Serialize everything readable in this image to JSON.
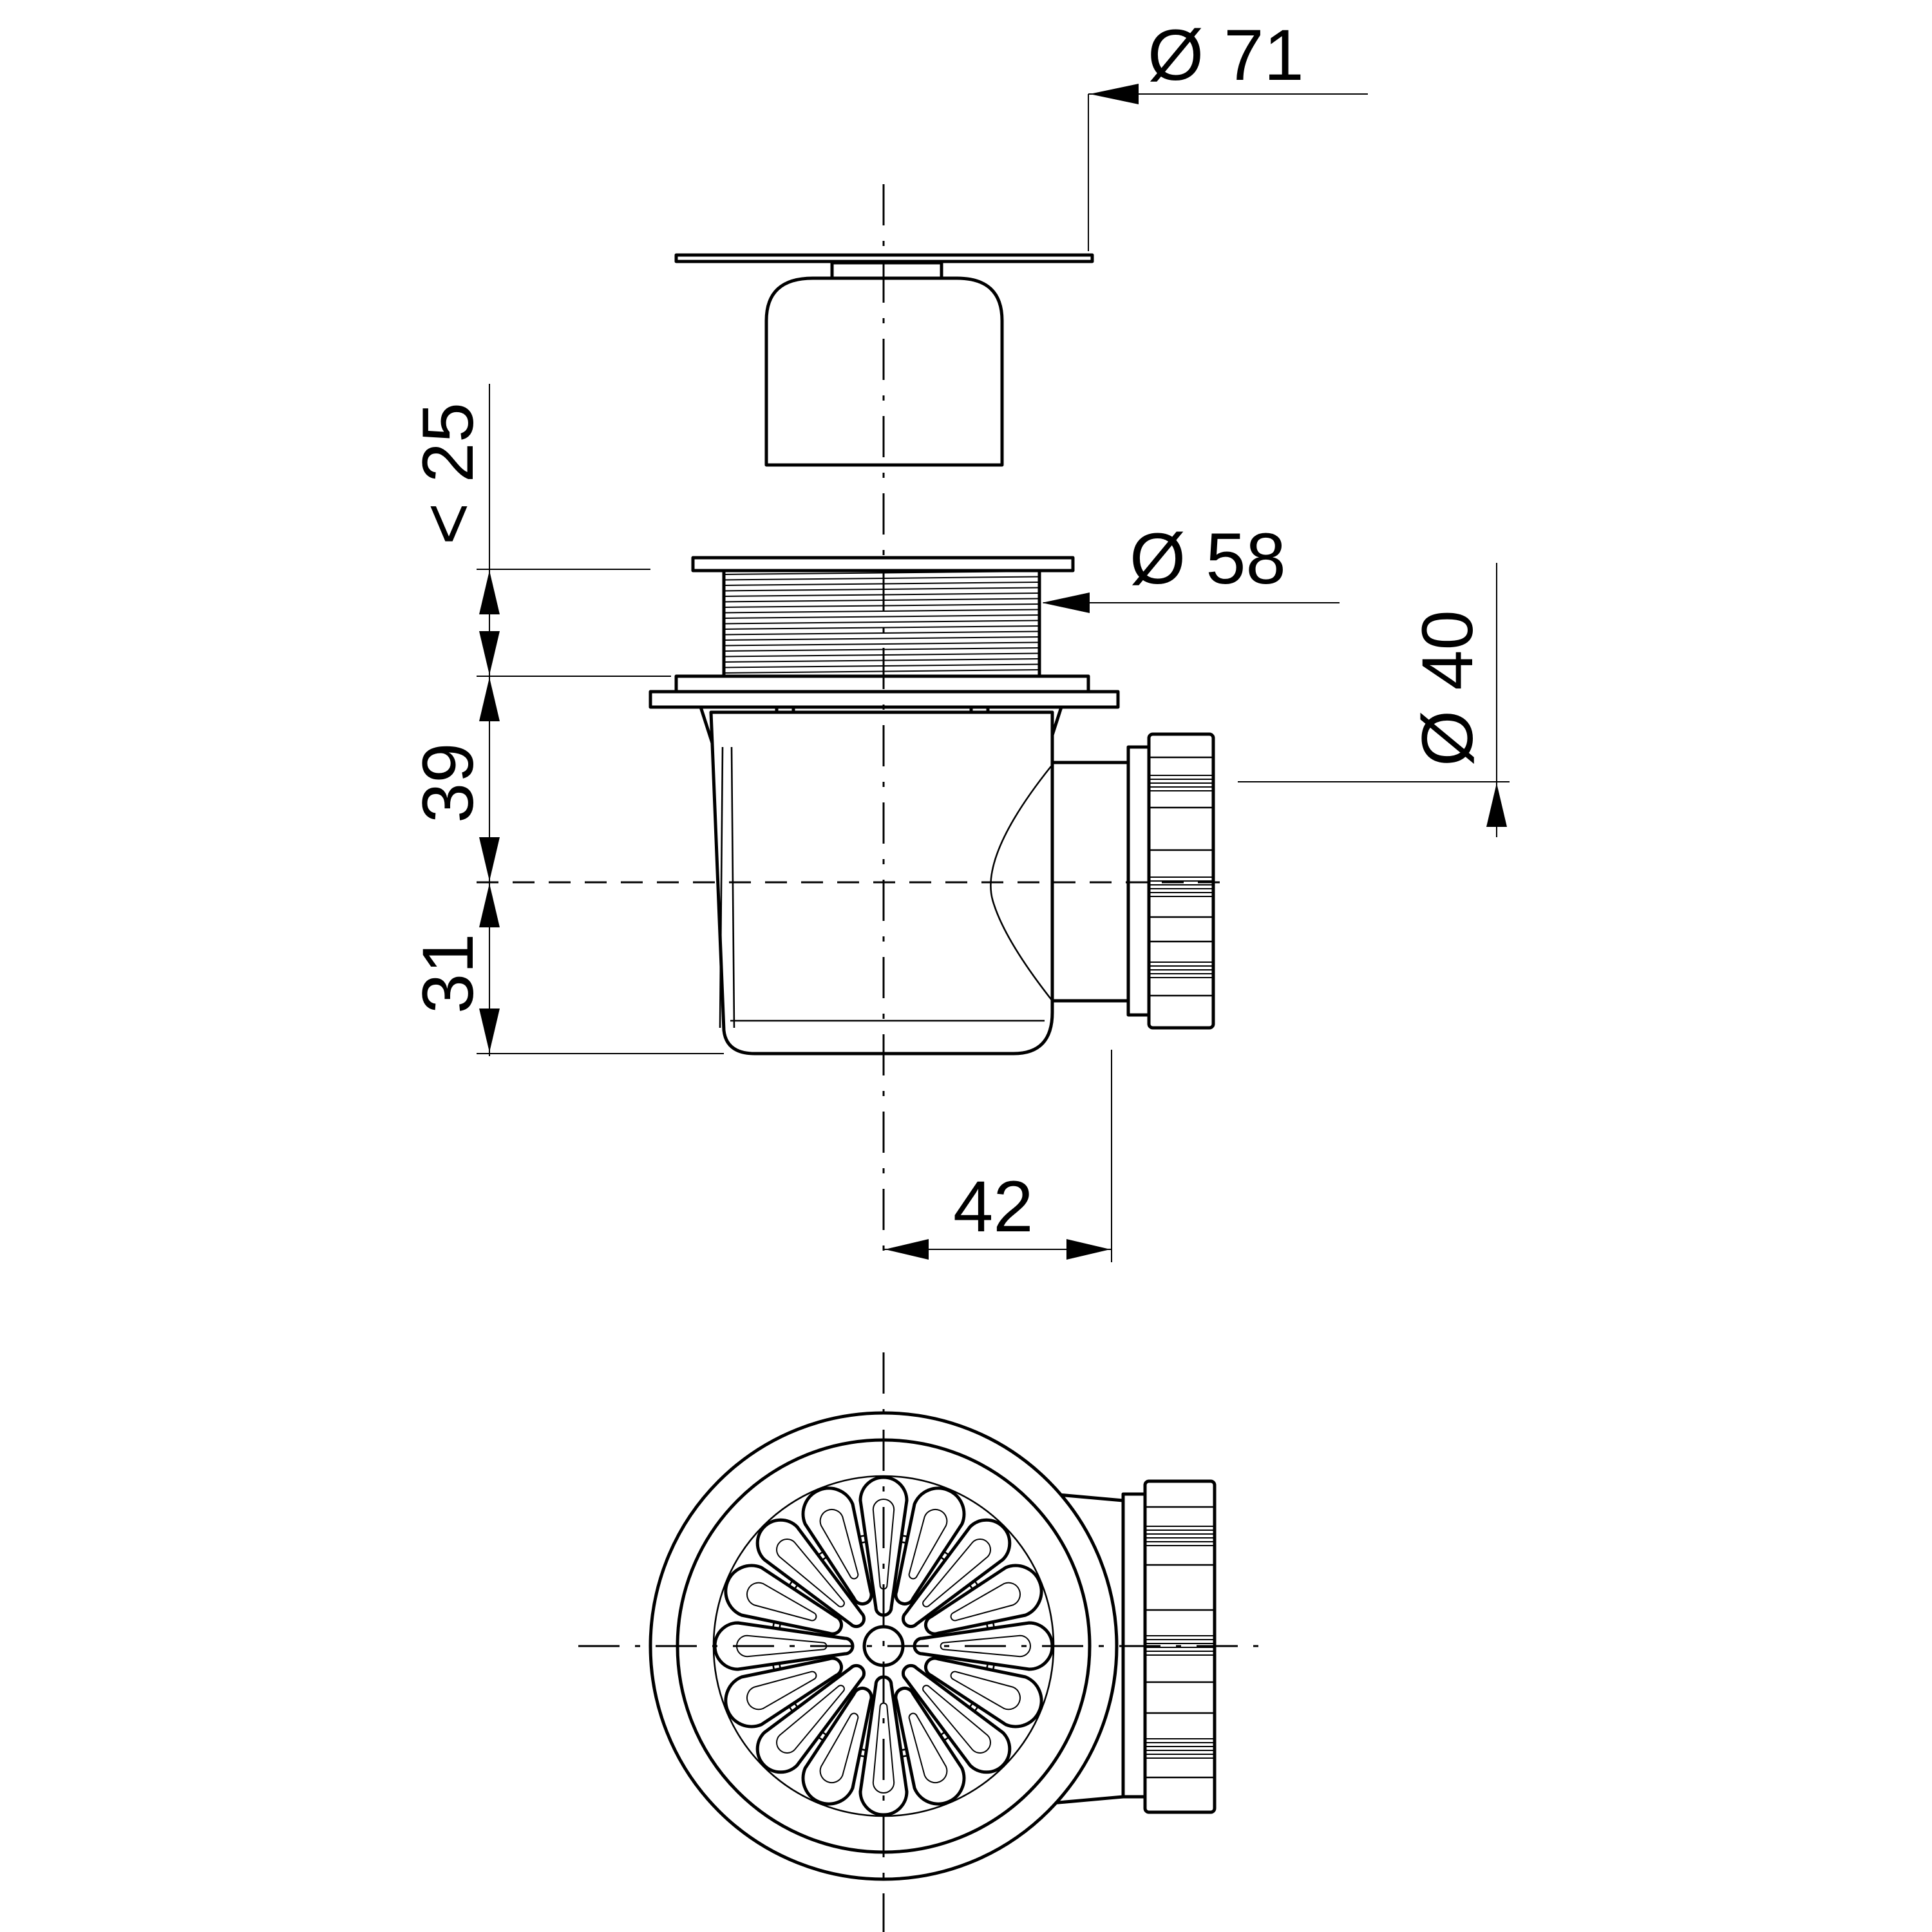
{
  "dimensions": {
    "cover_diameter": "Ø 71",
    "body_diameter": "Ø 58",
    "outlet_diameter": "Ø 40",
    "adjust_height": "< 25",
    "body_height": "39",
    "outlet_height": "31",
    "outlet_offset": "42"
  },
  "views": {
    "side": "side-view",
    "top": "top-view"
  },
  "strainer": {
    "petal_count": 16
  }
}
